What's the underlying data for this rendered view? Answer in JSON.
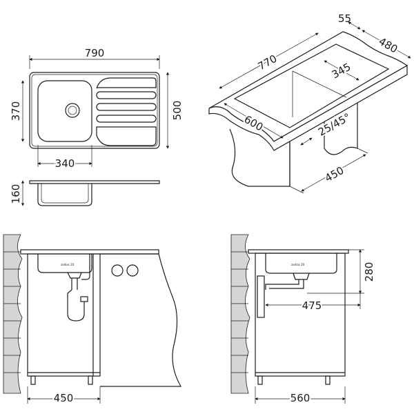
{
  "title": "Sink technical drawing",
  "plan_view": {
    "width": "790",
    "bowl_depth": "370",
    "depth": "500",
    "bowl_width": "340"
  },
  "side_view": {
    "height": "160"
  },
  "iso_view": {
    "cutout_length": "770",
    "edge_offset": "55",
    "cutout_depth": "480",
    "bowl_inner": "345",
    "counter_depth": "600",
    "counter_thickness": "25/45°",
    "cabinet_depth": "450"
  },
  "front_install": {
    "cabinet_width": "450",
    "stamp": "zodiac 20"
  },
  "side_install": {
    "cabinet_width": "560",
    "drain_height": "280",
    "drain_offset": "475",
    "stamp": "zodiac 20"
  },
  "colors": {
    "line": "#1a1a1a",
    "wall": "#d6d6d6"
  }
}
